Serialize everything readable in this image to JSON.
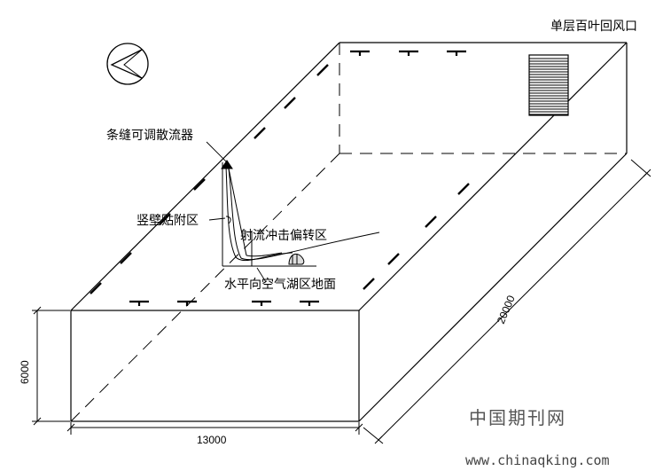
{
  "labels": {
    "return_vent": "单层百叶回风口",
    "slot_diffuser": "条缝可调散流器",
    "wall_attached_zone": "竖壁贴附区",
    "jet_impact_zone": "射流冲击偏转区",
    "floor_lake_zone": "水平向空气湖区地面"
  },
  "dimensions": {
    "height": "6000",
    "width": "13000",
    "length": "20000"
  },
  "watermark": {
    "site_name": "中国期刊网",
    "url": "www.chinaqking.com"
  },
  "icons": {
    "north_arrow": "compass-arrow-icon",
    "diffuser": "slot-diffuser-icon",
    "louver": "louver-grille-icon"
  },
  "colors": {
    "line": "#000000",
    "watermark": "#555555"
  }
}
